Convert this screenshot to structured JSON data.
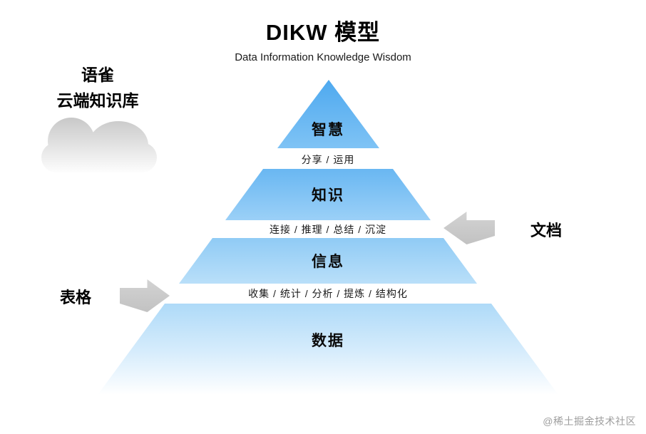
{
  "title": "DIKW 模型",
  "subtitle": "Data  Information Knowledge Wisdom",
  "cloud": {
    "line1": "语雀",
    "line2": "云端知识库"
  },
  "pyramid": {
    "levels": [
      {
        "id": "wisdom",
        "label": "智慧"
      },
      {
        "id": "knowledge",
        "label": "知识"
      },
      {
        "id": "information",
        "label": "信息"
      },
      {
        "id": "data",
        "label": "数据"
      }
    ],
    "gaps": [
      {
        "label": "分享 / 运用"
      },
      {
        "label": "连接 / 推理 / 总结 / 沉淀"
      },
      {
        "label": "收集 / 统计 / 分析 / 提炼 / 结构化"
      }
    ]
  },
  "annotations": {
    "left_label": "表格",
    "right_label": "文档"
  },
  "watermark": "@稀土掘金技术社区",
  "colors": {
    "pyramid_top": "#4ea9ef",
    "pyramid_bottom_fade": "#ffffff",
    "arrow_gray": "#c9c9c9",
    "cloud_gray": "#c6c6c6"
  }
}
